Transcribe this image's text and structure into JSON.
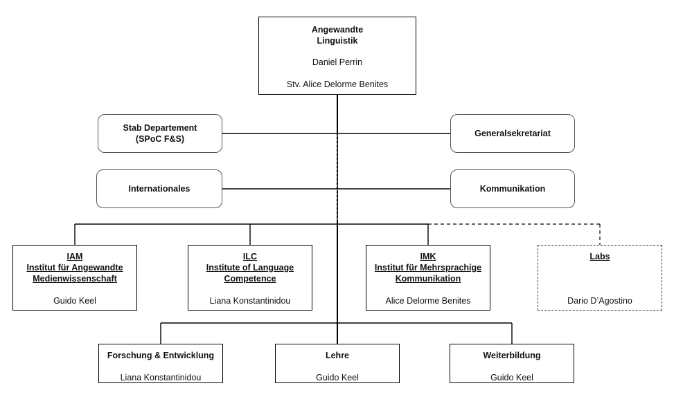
{
  "root": {
    "title_line1": "Angewandte",
    "title_line2": "Linguistik",
    "head": "Daniel Perrin",
    "deputy": "Stv. Alice Delorme Benites"
  },
  "staff_units": {
    "stab_line1": "Stab Departement",
    "stab_line2": "(SPoC F&S)",
    "generalsekretariat": "Generalsekretariat",
    "internationales": "Internationales",
    "kommunikation": "Kommunikation"
  },
  "institutes": [
    {
      "abbr": "IAM",
      "name_line1": "Institut für Angewandte",
      "name_line2": "Medienwissenschaft",
      "head": "Guido Keel"
    },
    {
      "abbr": "ILC",
      "name_line1": "Institute of Language",
      "name_line2": "Competence",
      "head": "Liana Konstantinidou"
    },
    {
      "abbr": "IMK",
      "name_line1": "Institut für Mehrsprachige",
      "name_line2": "Kommunikation",
      "head": "Alice Delorme Benites"
    }
  ],
  "labs": {
    "title": "Labs",
    "head": "Dario D’Agostino"
  },
  "areas": [
    {
      "title": "Forschung & Entwicklung",
      "head": "Liana Konstantinidou"
    },
    {
      "title": "Lehre",
      "head": "Guido Keel"
    },
    {
      "title": "Weiterbildung",
      "head": "Guido Keel"
    }
  ]
}
